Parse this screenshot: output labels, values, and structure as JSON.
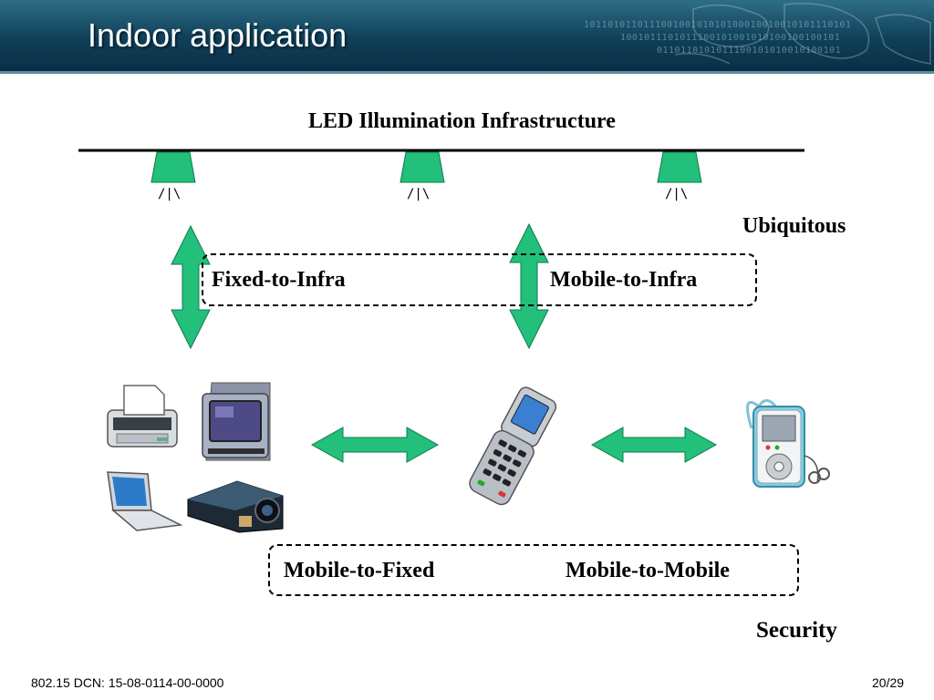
{
  "slide": {
    "title": "Indoor application",
    "header_binary": [
      "101101011011100100101010100010010010101110101",
      "1001011101011100101001010100100100101",
      "0110110101011100101010010100101"
    ]
  },
  "diagram": {
    "infra_title": "LED Illumination Infrastructure",
    "ubiquitous": "Ubiquitous",
    "security": "Security",
    "fixed_to_infra": "Fixed-to-Infra",
    "mobile_to_infra": "Mobile-to-Infra",
    "mobile_to_fixed": "Mobile-to-Fixed",
    "mobile_to_mobile": "Mobile-to-Mobile",
    "light_rays": "/|\\",
    "arrow_color": "#22c07a",
    "arrow_stroke": "#117a4a",
    "icons": [
      "led-lamp-icon",
      "printer-icon",
      "tv-icon",
      "laptop-icon",
      "projector-icon",
      "flip-phone-icon",
      "mp3-player-icon"
    ]
  },
  "footer": {
    "doc_id": "802.15 DCN: 15-08-0114-00-0000",
    "page": "20/29"
  }
}
